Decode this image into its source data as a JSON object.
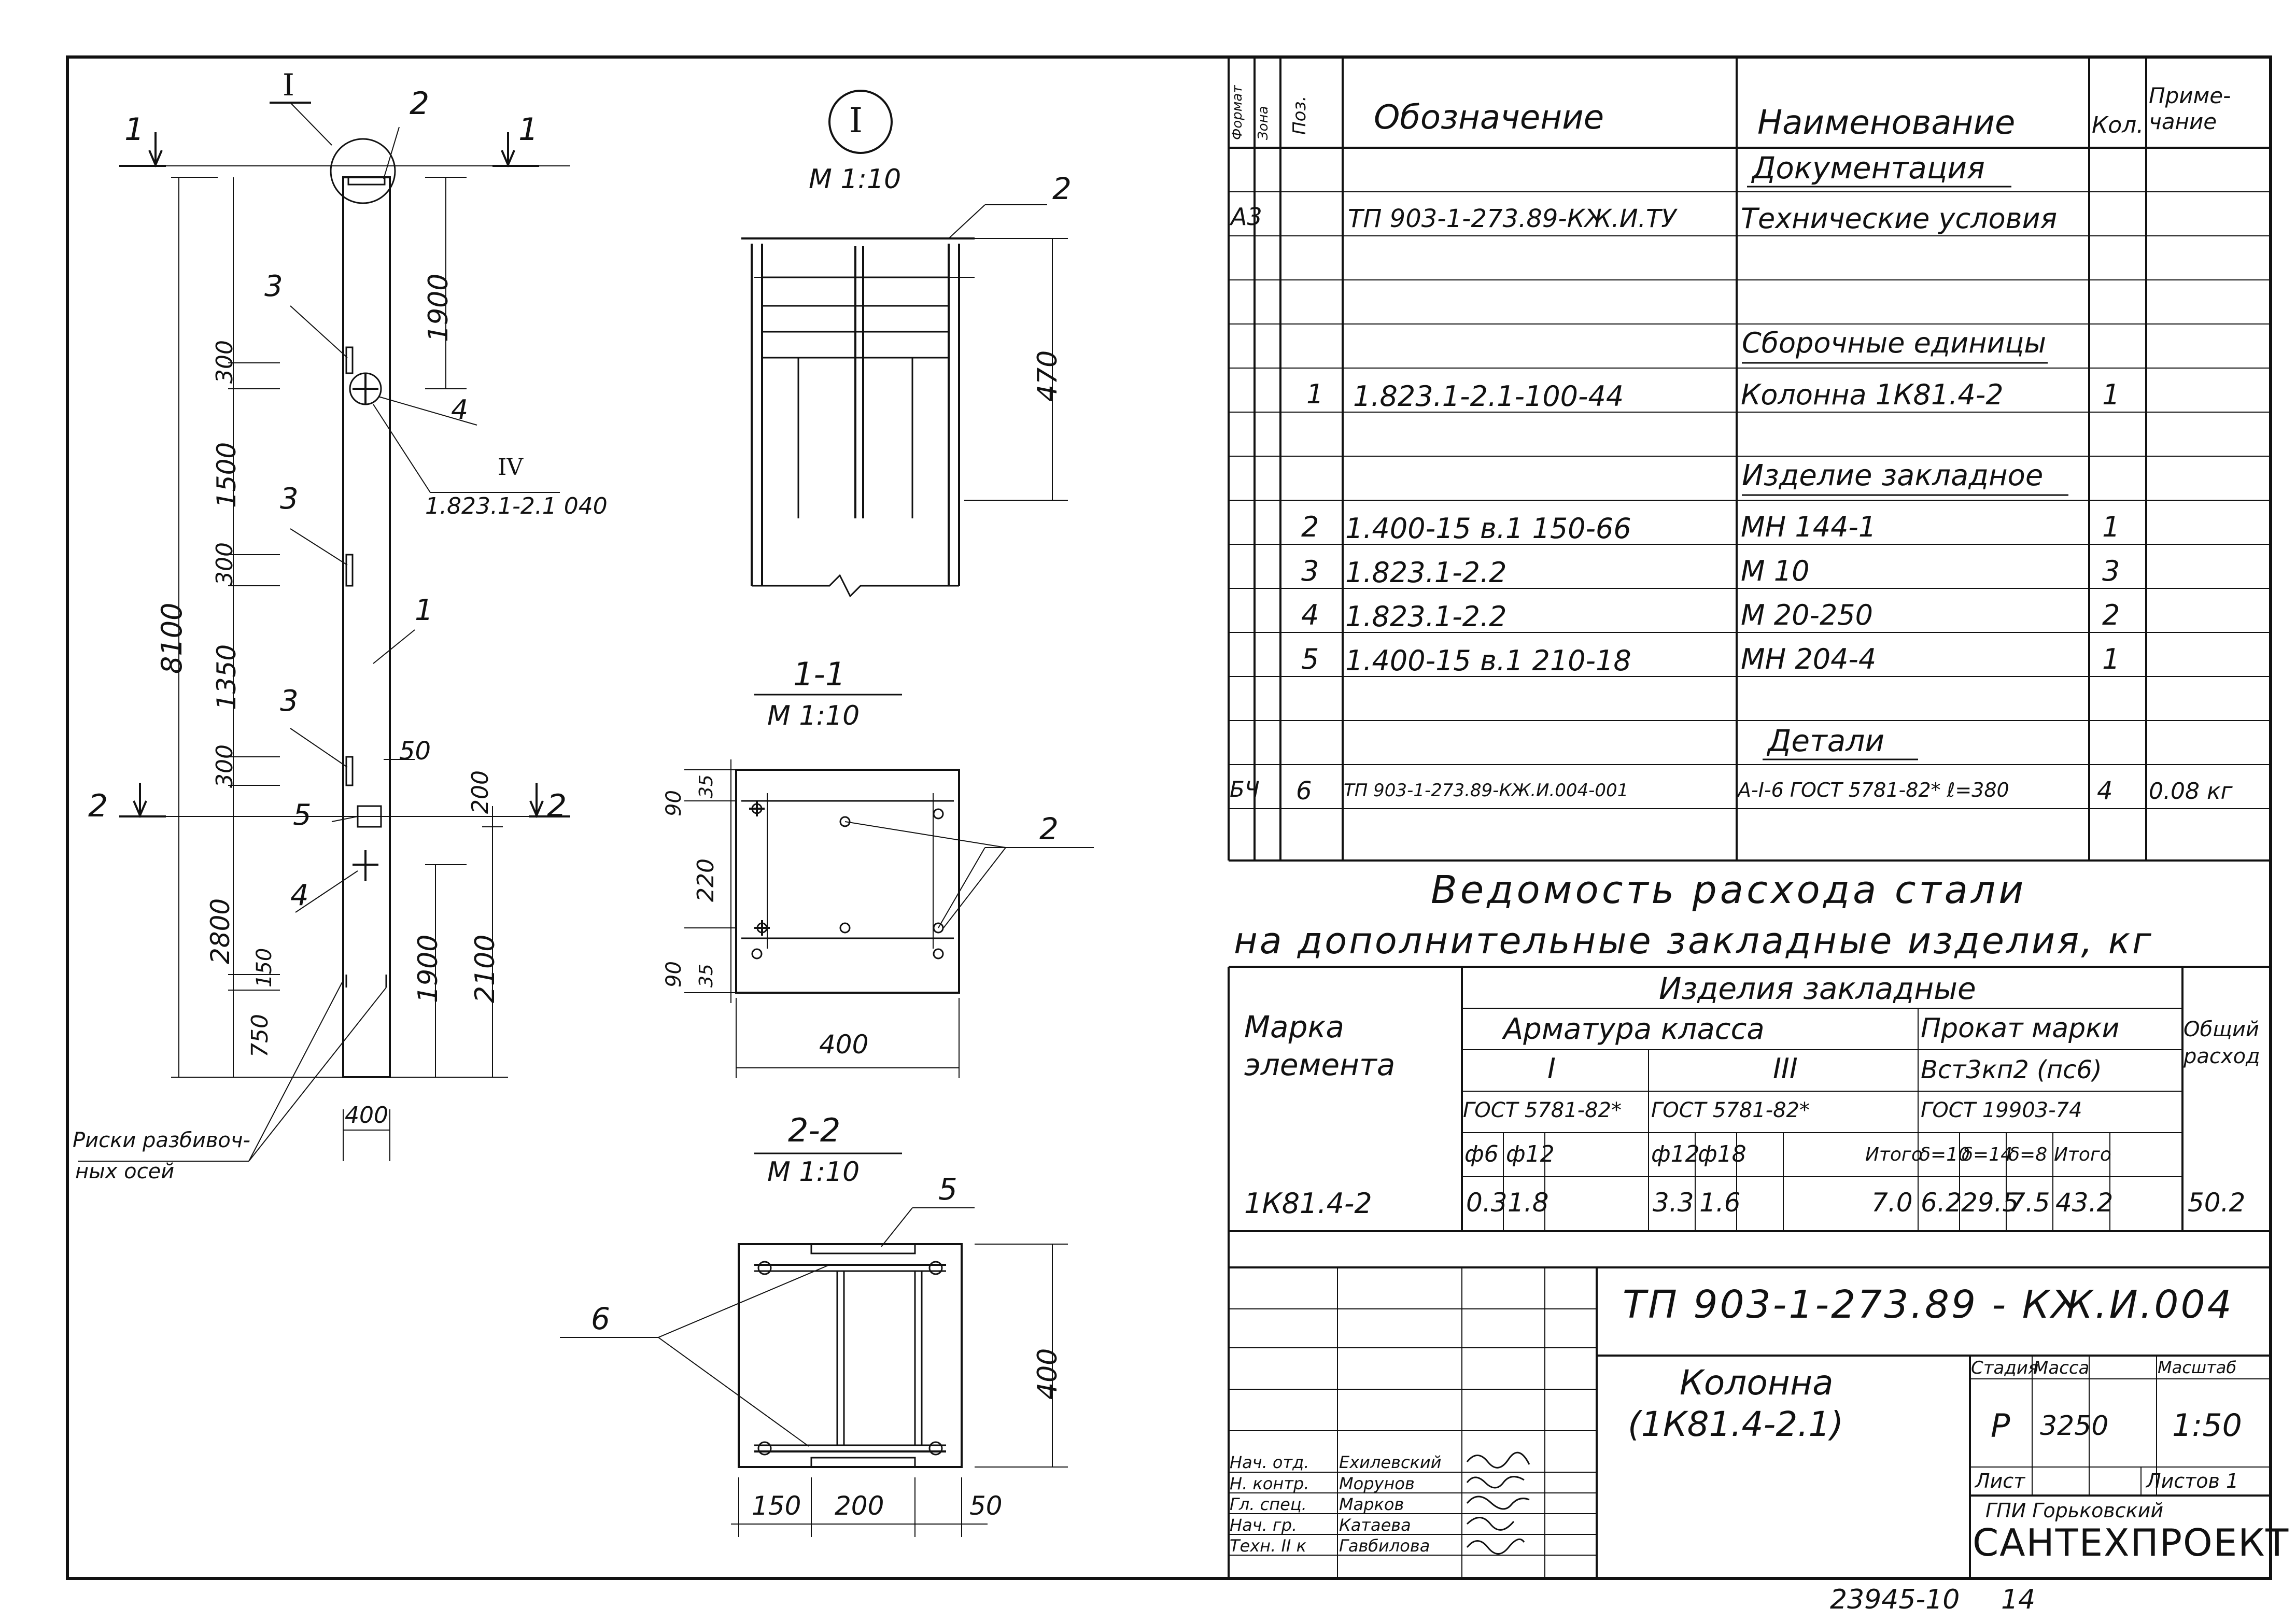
{
  "spec": {
    "headers": {
      "format": "Формат",
      "zone": "Зона",
      "pos": "Поз.",
      "designation": "Обозначение",
      "name": "Наименование",
      "qty": "Кол.",
      "note": "Приме-\nчание"
    },
    "sections": {
      "documentation": "Документация",
      "assembly": "Сборочные единицы",
      "embedded": "Изделие закладное",
      "details": "Детали"
    },
    "rows": [
      {
        "format": "А3",
        "pos": "",
        "designation": "ТП 903-1-273.89-КЖ.И.ТУ",
        "name": "Технические условия",
        "qty": "",
        "note": ""
      },
      {
        "format": "",
        "pos": "1",
        "designation": "1.823.1-2.1-100-44",
        "name": "Колонна 1К81.4-2",
        "qty": "1",
        "note": ""
      },
      {
        "format": "",
        "pos": "2",
        "designation": "1.400-15 в.1 150-66",
        "name": "МН 144-1",
        "qty": "1",
        "note": ""
      },
      {
        "format": "",
        "pos": "3",
        "designation": "1.823.1-2.2",
        "name": "М 10",
        "qty": "3",
        "note": ""
      },
      {
        "format": "",
        "pos": "4",
        "designation": "1.823.1-2.2",
        "name": "М 20-250",
        "qty": "2",
        "note": ""
      },
      {
        "format": "",
        "pos": "5",
        "designation": "1.400-15 в.1 210-18",
        "name": "МН 204-4",
        "qty": "1",
        "note": ""
      },
      {
        "format": "БЧ",
        "pos": "6",
        "designation": "ТП 903-1-273.89-КЖ.И.004-001",
        "name": "А-I-6 ГОСТ 5781-82* ℓ=380",
        "qty": "4",
        "note": "0.08 кг"
      }
    ]
  },
  "steel": {
    "title": "Ведомость расхода стали",
    "subtitle": "на дополнительные закладные изделия, кг",
    "mark_header": "Марка\nэлемента",
    "items_header": "Изделия закладные",
    "rebar_header": "Арматура класса",
    "rolled_header": "Прокат марки",
    "total_header": "Общий\nрасход",
    "class1": "I",
    "class3": "III",
    "rolled_grade": "Вст3кп2 (пс6)",
    "gost1": "ГОСТ 5781-82*",
    "gost3": "ГОСТ 5781-82*",
    "gost_rolled": "ГОСТ 19903-74",
    "sub_cols": [
      "ф6",
      "ф12",
      "ф12",
      "ф18",
      "Итого",
      "δ=10",
      "δ=14",
      "δ=8",
      "Итого"
    ],
    "row": {
      "mark": "1К81.4-2",
      "values": [
        "0.3",
        "1.8",
        "3.3",
        "1.6",
        "7.0",
        "6.2",
        "29.5",
        "7.5",
        "43.2"
      ],
      "total": "50.2"
    }
  },
  "title_block": {
    "doc_code": "ТП 903-1-273.89 - КЖ.И.004",
    "title_line1": "Колонна",
    "title_line2": "(1К81.4-2.1)",
    "stage_label": "Стадия",
    "mass_label": "Масса",
    "scale_label": "Масштаб",
    "stage": "Р",
    "mass": "3250",
    "scale": "1:50",
    "sheet_label": "Лист",
    "sheets_label": "Листов 1",
    "org_line1": "ГПИ Горьковский",
    "org_line2": "САНТЕХПРОЕКТ",
    "signers": [
      {
        "role": "Нач. отд.",
        "name": "Ехилевский"
      },
      {
        "role": "Н. контр.",
        "name": "Морунов"
      },
      {
        "role": "Гл. спец.",
        "name": "Марков"
      },
      {
        "role": "Нач. гр.",
        "name": "Катаева"
      },
      {
        "role": "Техн. II к",
        "name": "Гавбилова"
      }
    ]
  },
  "footer": {
    "archive_number": "23945-10",
    "page_number": "14"
  },
  "drawing": {
    "marks_1": "1",
    "mark_I_roman": "I",
    "mark_2_top": "2",
    "mark_3": "3",
    "mark_4": "4",
    "mark_5": "5",
    "mark_1_body": "1",
    "mark_2_cut": "2",
    "ref_roman": "IV",
    "ref_code": "1.823.1-2.1 040",
    "dims": {
      "d8100": "8100",
      "d1900a": "1900",
      "d300a": "300",
      "d1500": "1500",
      "d300b": "300",
      "d1350": "1350",
      "d300c": "300",
      "d2800": "2800",
      "d750": "750",
      "d150": "150",
      "d50": "50",
      "d200": "200",
      "d1900b": "1900",
      "d2100": "2100",
      "d400": "400"
    },
    "risk_label1": "Риски разбивоч-",
    "risk_label2": "ных осей",
    "detail_scale": "М 1:10",
    "detail_d470": "470",
    "detail_mark2": "2",
    "sec11_title": "1-1",
    "sec11_scale": "М 1:10",
    "sec11_dims": {
      "d90a": "90",
      "d35a": "35",
      "d220": "220",
      "d90b": "90",
      "d35b": "35",
      "d400": "400"
    },
    "sec11_mark": "2",
    "sec22_title": "2-2",
    "sec22_scale": "М 1:10",
    "sec22_mark5": "5",
    "sec22_mark6": "6",
    "sec22_dims": {
      "d400": "400",
      "d150": "150",
      "d200": "200",
      "d50": "50"
    }
  }
}
